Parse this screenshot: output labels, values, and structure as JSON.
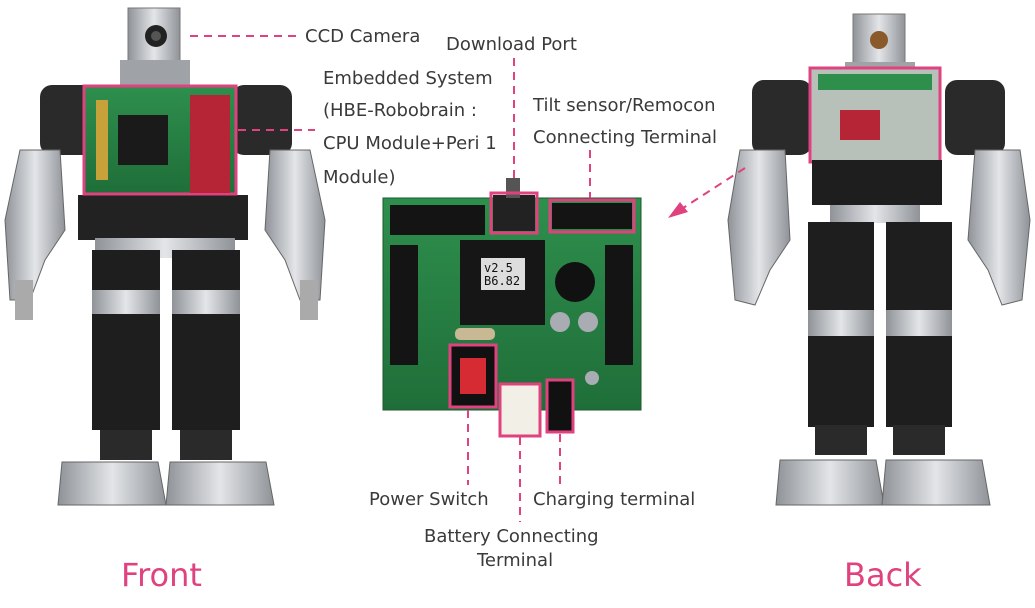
{
  "labels": {
    "ccd_camera": "CCD Camera",
    "download_port": "Download Port",
    "embedded_1": "Embedded System",
    "embedded_2": "(HBE-Robobrain :",
    "embedded_3": "CPU Module+Peri 1",
    "embedded_4": "Module)",
    "tilt_1": "Tilt sensor/Remocon",
    "tilt_2": "Connecting Terminal",
    "power_switch": "Power Switch",
    "charging_terminal": "Charging terminal",
    "battery_1": "Battery Connecting",
    "battery_2": "Terminal",
    "front": "Front",
    "back": "Back"
  },
  "board_chip_text": [
    "v2.5",
    "B6.82"
  ],
  "colors": {
    "accent": "#e0427f",
    "pcb_green": "#2f8a4a",
    "robot_silver": "#b9bcc0",
    "servo_black": "#1e1e1e"
  }
}
